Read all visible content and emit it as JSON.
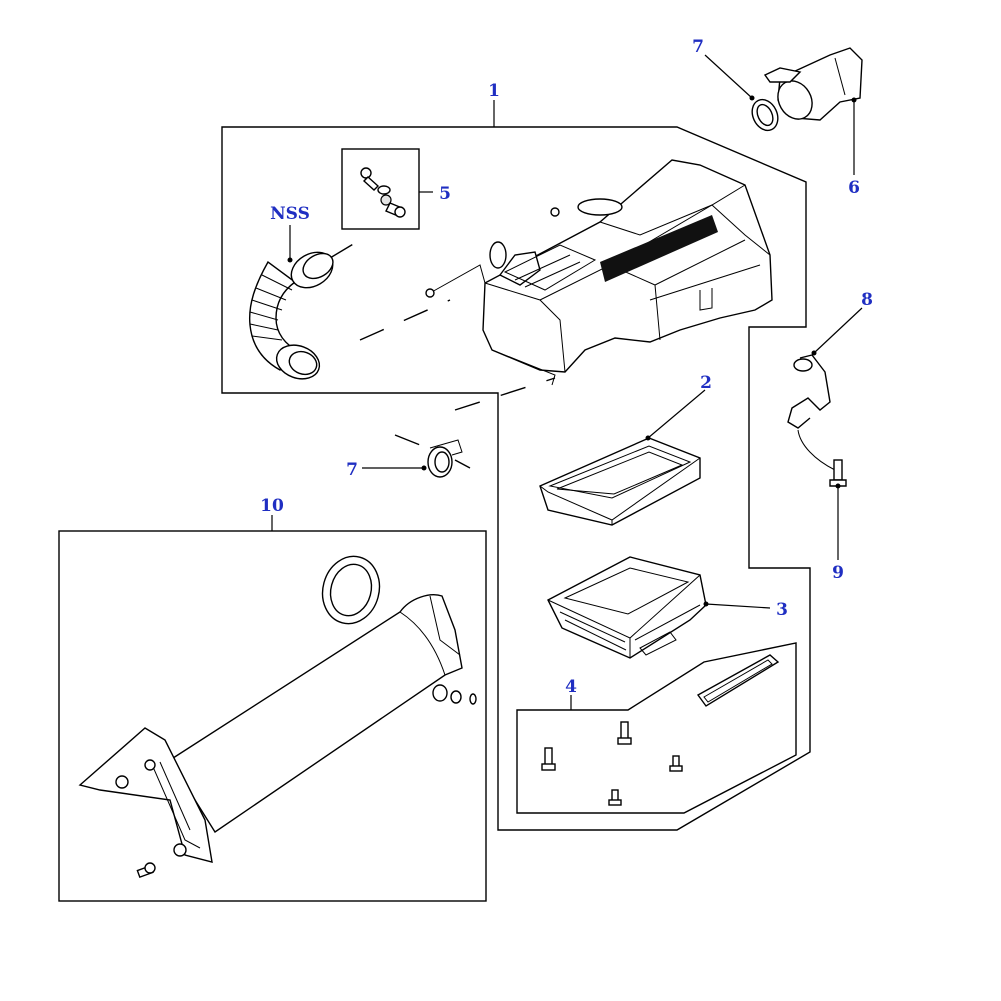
{
  "callouts": {
    "c1": "1",
    "c2": "2",
    "c3": "3",
    "c4": "4",
    "c5": "5",
    "c6": "6",
    "c7a": "7",
    "c7b": "7",
    "c8": "8",
    "c9": "9",
    "c10": "10",
    "nss": "NSS"
  },
  "colors": {
    "callout_text": "#1f2ec2",
    "line": "#000000",
    "background": "#ffffff"
  }
}
